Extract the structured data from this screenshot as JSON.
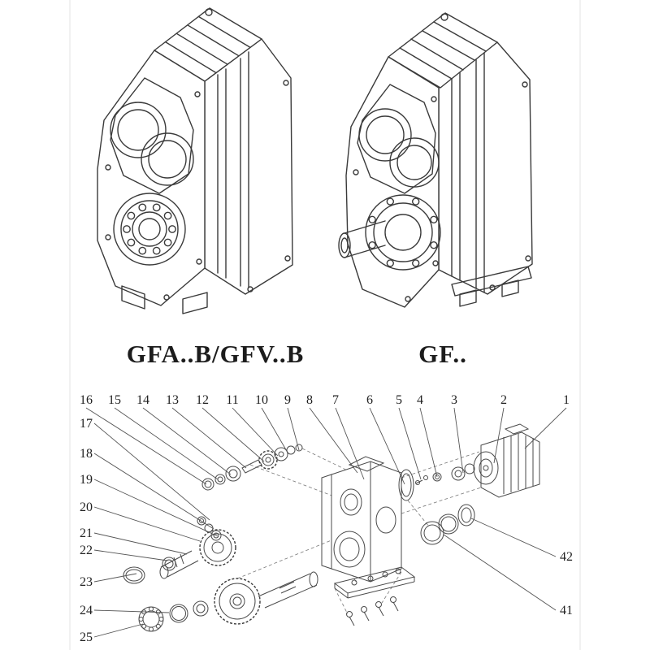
{
  "colors": {
    "background": "#ffffff",
    "ink": "#3a3a3a"
  },
  "captions": {
    "left": "GFA..B/GFV..B",
    "right": "GF.."
  },
  "parts": {
    "top": [
      "16",
      "15",
      "14",
      "13",
      "12",
      "11",
      "10",
      "9",
      "8",
      "7",
      "6",
      "5",
      "4",
      "3",
      "2",
      "1"
    ],
    "left": [
      "17",
      "18",
      "19",
      "20",
      "21",
      "22",
      "23",
      "24",
      "25"
    ],
    "right": [
      "42",
      "41"
    ]
  }
}
